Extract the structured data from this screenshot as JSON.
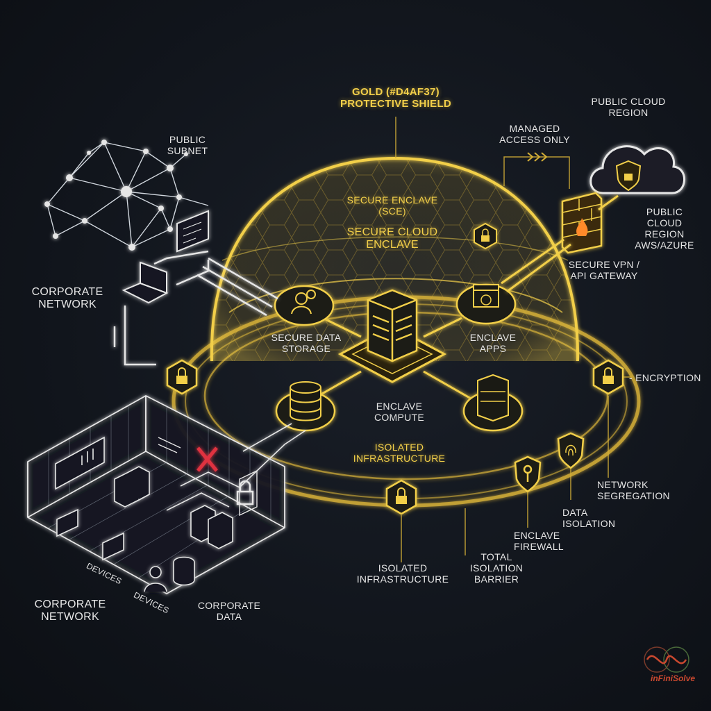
{
  "colors": {
    "gold": "#D4AF37",
    "glow": "#F2CF4A",
    "background": "#11151C",
    "wire": "#E6E6E6",
    "alert": "#E0333F",
    "logo": "#C9482F"
  },
  "labels": {
    "shield_title": "GOLD (#D4AF37)\nPROTECTIVE SHIELD",
    "public_subnet": "PUBLIC\nSUBNET",
    "corporate_network_top": "CORPORATE\nNETWORK",
    "managed_access": "MANAGED\nACCESS ONLY",
    "public_cloud_region_top": "PUBLIC CLOUD\nREGION",
    "public_cloud_region_right": "PUBLIC\nCLOUD\nREGION\nAWS/AZURE",
    "sce": "SECURE ENCLAVE\n(SCE)",
    "secure_cloud_enclave": "SECURE CLOUD\nENCLAVE",
    "secure_vpn": "SECURE VPN /\nAPI GATEWAY",
    "secure_data_storage": "SECURE DATA\nSTORAGE",
    "enclave_apps": "ENCLAVE\nAPPS",
    "encryption": "- ENCRYPTION",
    "enclave_compute": "ENCLAVE\nCOMPUTE",
    "isolated_infra_inner": "ISOLATED\nINFRASTRUCTURE",
    "network_segregation": "NETWORK\nSEGREGATION",
    "data_isolation": "DATA\nISOLATION",
    "enclave_firewall": "ENCLAVE\nFIREWALL",
    "total_isolation": "TOTAL\nISOLATION\nBARRIER",
    "isolated_infra_bottom": "ISOLATED\nINFRASTRUCTURE",
    "devices_1": "DEVICES",
    "devices_2": "DEVICES",
    "corporate_data": "CORPORATE\nDATA",
    "corporate_network_bottom": "CORPORATE\nNETWORK",
    "logo": "inFiniSolve"
  },
  "icons": {
    "dome": "hexagon-mesh-dome",
    "server": "server-rack-icon",
    "database": "database-icon",
    "storage_server": "server-stack-icon",
    "users": "users-icon",
    "app_window": "app-window-icon",
    "firewall": "firewall-icon",
    "cloud": "cloud-shield-icon",
    "lock": "lock-icon",
    "key": "key-shield-icon",
    "fingerprint": "fingerprint-icon",
    "blocked": "red-x-icon"
  }
}
